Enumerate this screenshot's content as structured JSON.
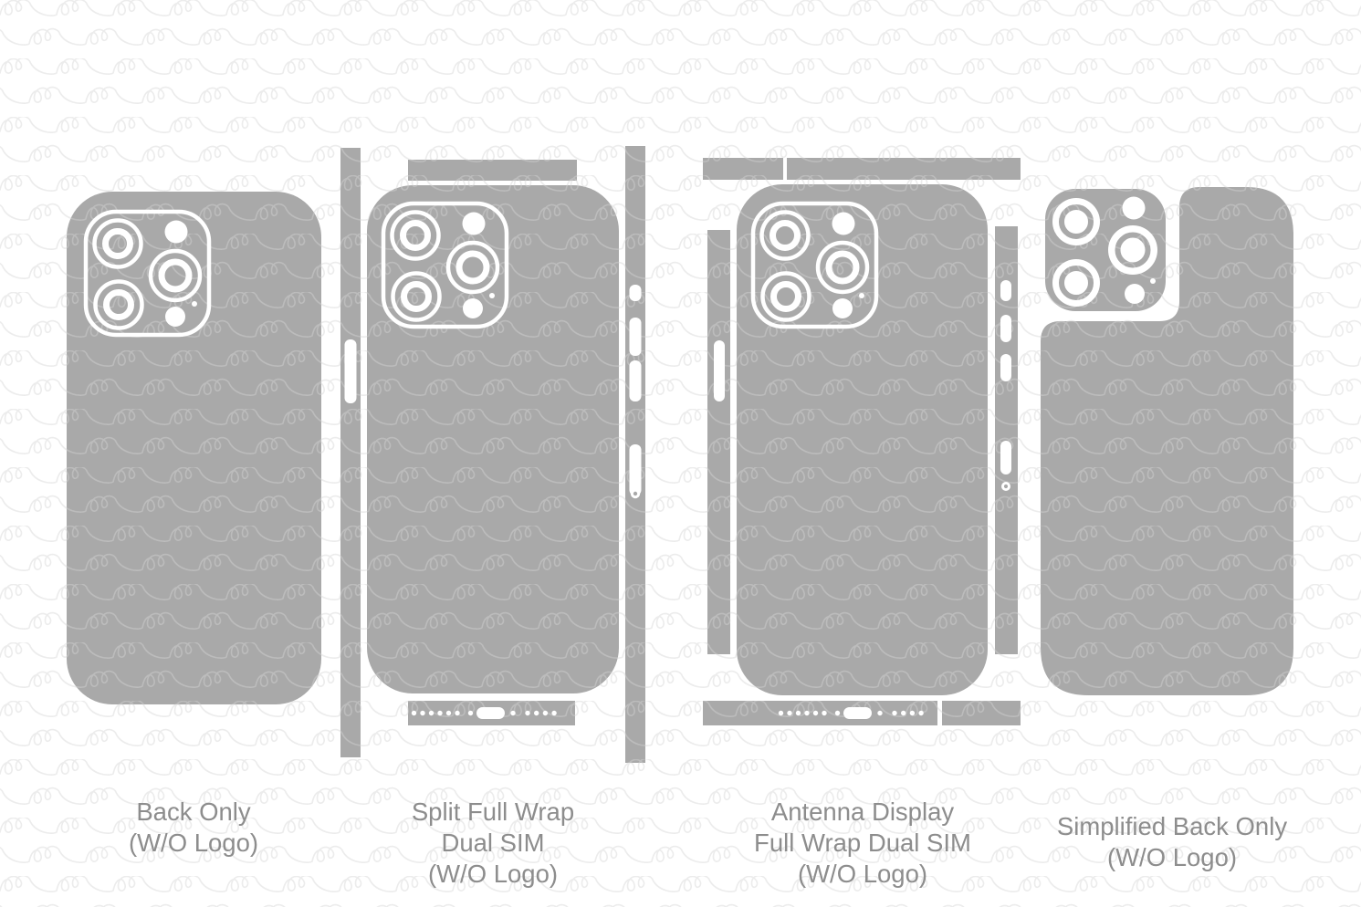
{
  "page": {
    "background_color": "#ffffff",
    "template_fill_color": "#a9a9a9",
    "cutout_color": "#ffffff",
    "label_color": "#8d8d8d",
    "watermark": {
      "text": "VECRAS",
      "style": "light looping script repeat pattern",
      "line_color": "#e7e7e7"
    }
  },
  "variants": [
    {
      "id": "back-only",
      "label_lines": [
        "Back Only",
        "(W/O Logo)"
      ]
    },
    {
      "id": "split-full-wrap",
      "label_lines": [
        "Split Full Wrap",
        "Dual SIM",
        "(W/O Logo)"
      ]
    },
    {
      "id": "antenna-display",
      "label_lines": [
        "Antenna Display",
        "Full Wrap Dual SIM",
        "(W/O Logo)"
      ]
    },
    {
      "id": "simplified-back",
      "label_lines": [
        "Simplified Back Only",
        "(W/O Logo)"
      ]
    }
  ]
}
